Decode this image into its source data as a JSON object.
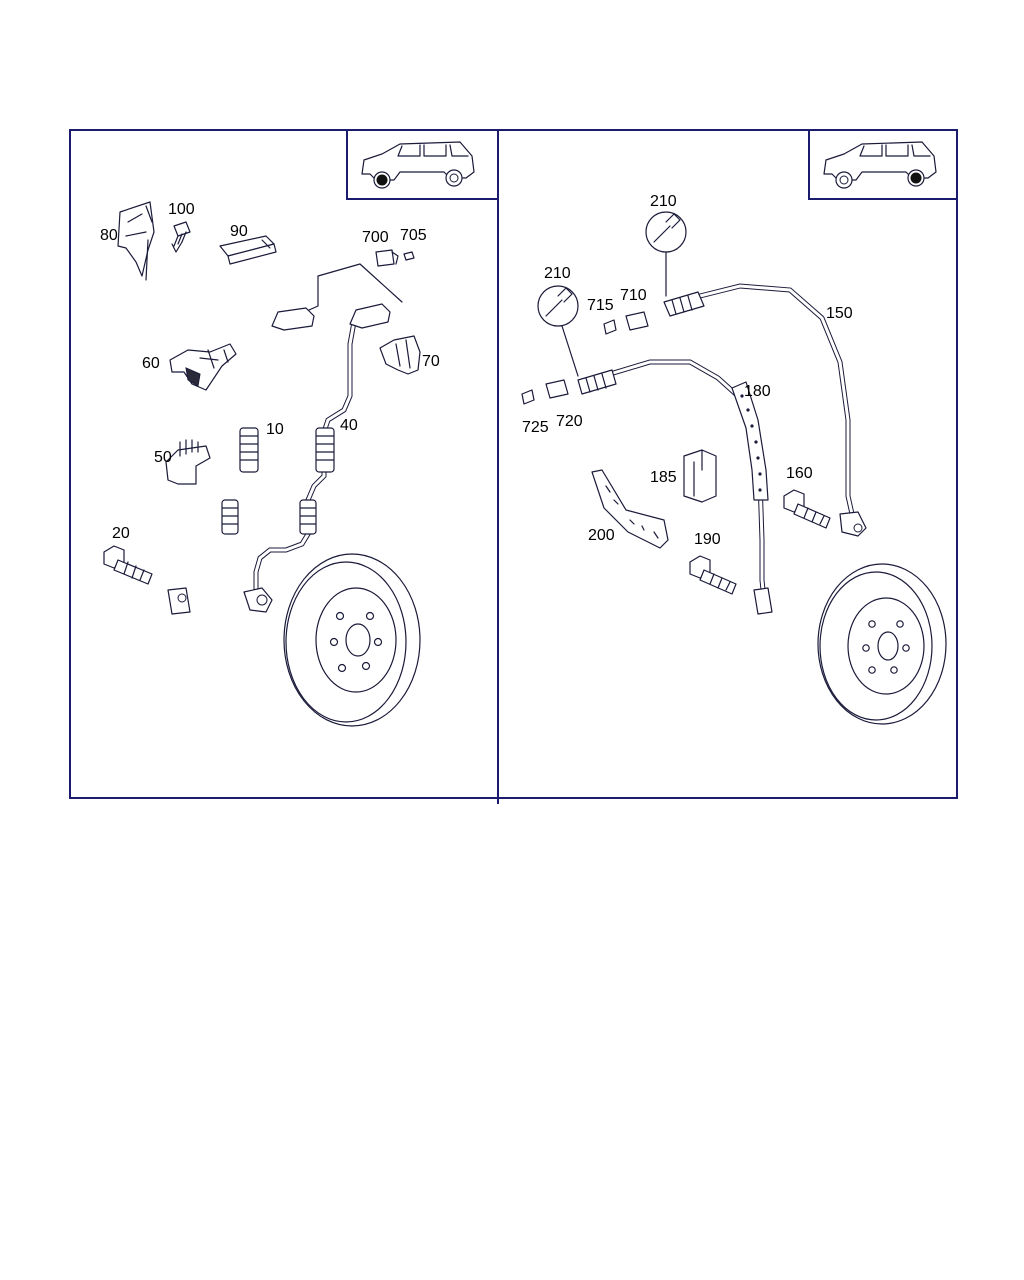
{
  "panels": [
    {
      "id": "front",
      "labels": {
        "p80": "80",
        "p100": "100",
        "p90": "90",
        "p700": "700",
        "p705": "705",
        "p60": "60",
        "p70": "70",
        "p10": "10",
        "p40": "40",
        "p50": "50",
        "p20": "20"
      }
    },
    {
      "id": "rear",
      "labels": {
        "p210a": "210",
        "p210b": "210",
        "p715": "715",
        "p710": "710",
        "p150": "150",
        "p180": "180",
        "p725": "725",
        "p720": "720",
        "p185": "185",
        "p160": "160",
        "p200": "200",
        "p190": "190"
      }
    }
  ]
}
